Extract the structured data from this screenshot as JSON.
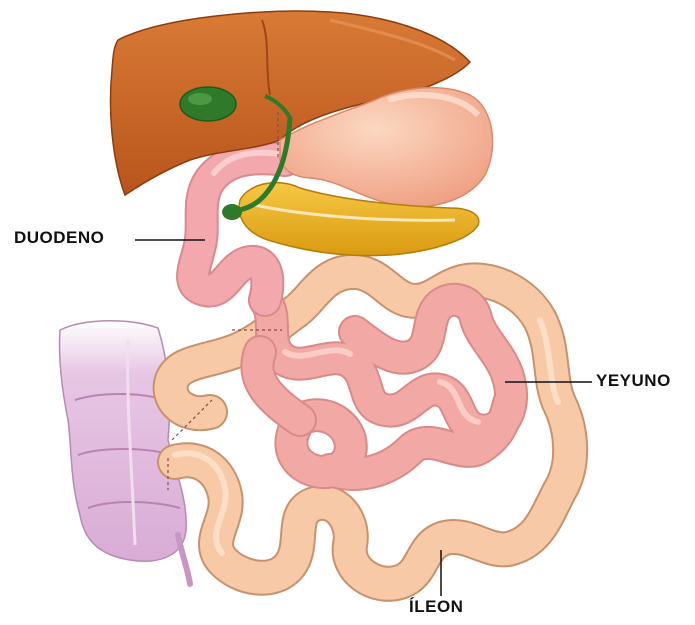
{
  "labels": {
    "duodeno": "DUODENO",
    "yeyuno": "YEYUNO",
    "ileon": "ÍLEON"
  },
  "colors": {
    "liver": "#c8652a",
    "liver_dark": "#9e4616",
    "gallbladder": "#2f7a2a",
    "stomach": "#f6bfa0",
    "pancreas": "#eeb22a",
    "duodeno": "#f2a8ac",
    "yeyuno": "#f2a8a4",
    "ileon": "#f7c9a6",
    "colon": "#e2b6dd",
    "leader_line": "#111111"
  },
  "icons": [
    "liver-icon",
    "gallbladder-icon",
    "stomach-icon",
    "pancreas-icon",
    "colon-icon"
  ]
}
